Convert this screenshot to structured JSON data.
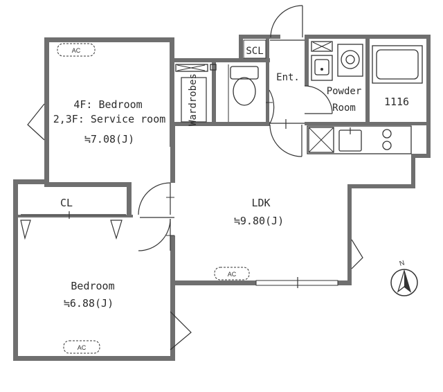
{
  "rooms": {
    "bedroom_upper": {
      "line1": "4F: Bedroom",
      "line2": "2,3F: Service room",
      "area": "≒7.08(J)"
    },
    "bedroom_lower": {
      "name": "Bedroom",
      "area": "≒6.88(J)"
    },
    "ldk": {
      "name": "LDK",
      "area": "≒9.80(J)"
    },
    "closet": "CL",
    "wardrobes": "Wardrobes",
    "entrance": "Ent.",
    "shoe_closet": "SCL",
    "powder_room": {
      "line1": "Powder",
      "line2": "Room"
    },
    "bath": "1116"
  },
  "ac_label": "AC",
  "compass_label": "N"
}
